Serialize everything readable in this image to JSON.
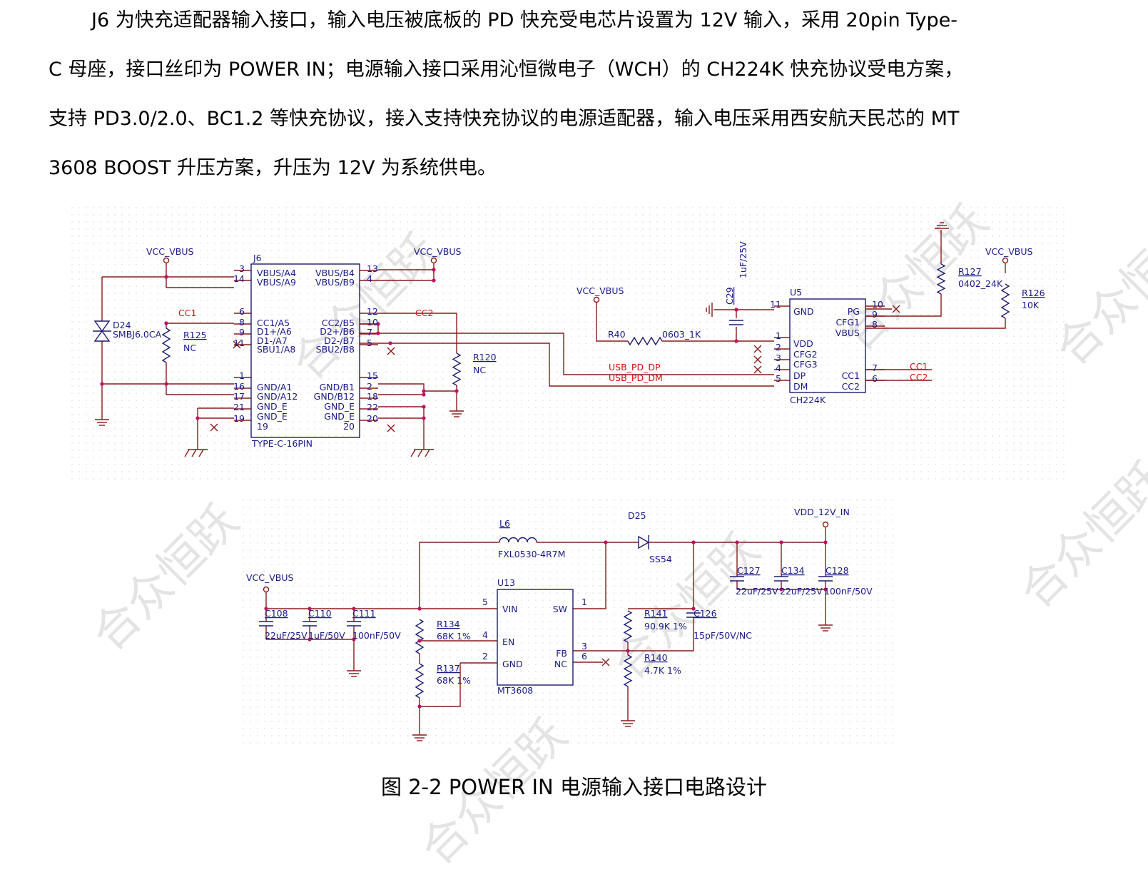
{
  "paragraph": {
    "lines": [
      "J6 为快充适配器输入接口，输入电压被底板的 PD 快充受电芯片设置为 12V 输入，采用 20pin  Type-",
      "C 母座，接口丝印为 POWER  IN；电源输入接口采用沁恒微电子（WCH）的 CH224K 快充协议受电方案，",
      "支持 PD3.0/2.0、BC1.2 等快充协议，接入支持快充协议的电源适配器，输入电压采用西安航天民芯的 MT",
      "3608  BOOST 升压方案，升压为 12V 为系统供电。"
    ]
  },
  "watermark": "合众恒跃",
  "caption": "图  2-2  POWER  IN 电源输入接口电路设计",
  "colors": {
    "wire": "#8b1a1a",
    "label": "#d01010",
    "text": "#1a1a8a",
    "part": "#1c1c6e"
  },
  "schematic1": {
    "power_labels": [
      "VCC_VBUS",
      "VCC_VBUS",
      "VCC_VBUS",
      "VCC_VBUS"
    ],
    "j6": {
      "ref": "J6",
      "name": "TYPE-C-16PIN",
      "left_pins": [
        {
          "num": "3",
          "name": "VBUS/A4"
        },
        {
          "num": "14",
          "name": "VBUS/A9"
        },
        {
          "num": "6",
          "name": "CC1/A5"
        },
        {
          "num": "8",
          "name": "D1+/A6"
        },
        {
          "num": "9",
          "name": "D1-/A7"
        },
        {
          "num": "11",
          "name": "SBU1/A8"
        },
        {
          "num": "1",
          "name": "GND/A1"
        },
        {
          "num": "16",
          "name": "GND/A12"
        },
        {
          "num": "17",
          "name": "GND_E"
        },
        {
          "num": "21",
          "name": "GND_E"
        },
        {
          "num": "19",
          "name": ""
        }
      ],
      "left_extra": [
        "19"
      ],
      "right_pins": [
        {
          "num": "13",
          "name": "VBUS/B4"
        },
        {
          "num": "4",
          "name": "VBUS/B9"
        },
        {
          "num": "12",
          "name": "CC2/B5"
        },
        {
          "num": "10",
          "name": "D2+/B6"
        },
        {
          "num": "7",
          "name": "D2-/B7"
        },
        {
          "num": "5",
          "name": "SBU2/B8"
        },
        {
          "num": "15",
          "name": "GND/B1"
        },
        {
          "num": "2",
          "name": "GND/B12"
        },
        {
          "num": "18",
          "name": "GND_E"
        },
        {
          "num": "22",
          "name": "GND_E"
        },
        {
          "num": "20",
          "name": ""
        }
      ],
      "extra_left": "19",
      "extra_right": "20"
    },
    "d24": {
      "ref": "D24",
      "value": "SMBJ6.0CA"
    },
    "r125": {
      "ref": "R125",
      "value": "NC"
    },
    "r120": {
      "ref": "R120",
      "value": "NC"
    },
    "nets": {
      "cc1": "CC1",
      "cc2": "CC2",
      "dp": "USB_PD_DP",
      "dm": "USB_PD_DM"
    },
    "r40": {
      "ref": "R40",
      "value": "0603_1K"
    },
    "c29": {
      "ref": "C29",
      "value": "1uF/25V"
    },
    "u5": {
      "ref": "U5",
      "name": "CH224K",
      "left_pins": [
        {
          "num": "11",
          "name": "GND"
        },
        {
          "num": "1",
          "name": "VDD"
        },
        {
          "num": "2",
          "name": "CFG2"
        },
        {
          "num": "3",
          "name": "CFG3"
        },
        {
          "num": "4",
          "name": "DP"
        },
        {
          "num": "5",
          "name": "DM"
        }
      ],
      "right_pins": [
        {
          "num": "10",
          "name": "PG"
        },
        {
          "num": "9",
          "name": "CFG1"
        },
        {
          "num": "8",
          "name": "VBUS"
        },
        {
          "num": "7",
          "name": "CC1"
        },
        {
          "num": "6",
          "name": "CC2"
        }
      ]
    },
    "r127": {
      "ref": "R127",
      "value": "0402_24K"
    },
    "r126": {
      "ref": "R126",
      "value": "10K"
    },
    "cc_out": [
      "CC1",
      "CC2"
    ]
  },
  "schematic2": {
    "vin_label": "VCC_VBUS",
    "vout_label": "VDD_12V_IN",
    "l6": {
      "ref": "L6",
      "value": "FXL0530-4R7M"
    },
    "d25": {
      "ref": "D25",
      "value": "SS54"
    },
    "u13": {
      "ref": "U13",
      "name": "MT3608",
      "pins": [
        {
          "num": "5",
          "name": "VIN"
        },
        {
          "num": "4",
          "name": "EN"
        },
        {
          "num": "2",
          "name": "GND"
        },
        {
          "num": "1",
          "name": "SW"
        },
        {
          "num": "3",
          "name": "FB"
        },
        {
          "num": "6",
          "name": "NC"
        }
      ]
    },
    "caps_in": [
      {
        "ref": "C108",
        "value": "22uF/25V"
      },
      {
        "ref": "C110",
        "value": "1uF/50V"
      },
      {
        "ref": "C111",
        "value": "100nF/50V"
      }
    ],
    "caps_out": [
      {
        "ref": "C127",
        "value": "22uF/25V"
      },
      {
        "ref": "C134",
        "value": "22uF/25V"
      },
      {
        "ref": "C128",
        "value": "100nF/50V"
      }
    ],
    "r134": {
      "ref": "R134",
      "value": "68K 1%"
    },
    "r137": {
      "ref": "R137",
      "value": "68K 1%"
    },
    "r141": {
      "ref": "R141",
      "value": "90.9K 1%"
    },
    "r140": {
      "ref": "R140",
      "value": "4.7K 1%"
    },
    "c126": {
      "ref": "C126",
      "value": "15pF/50V/NC"
    }
  }
}
